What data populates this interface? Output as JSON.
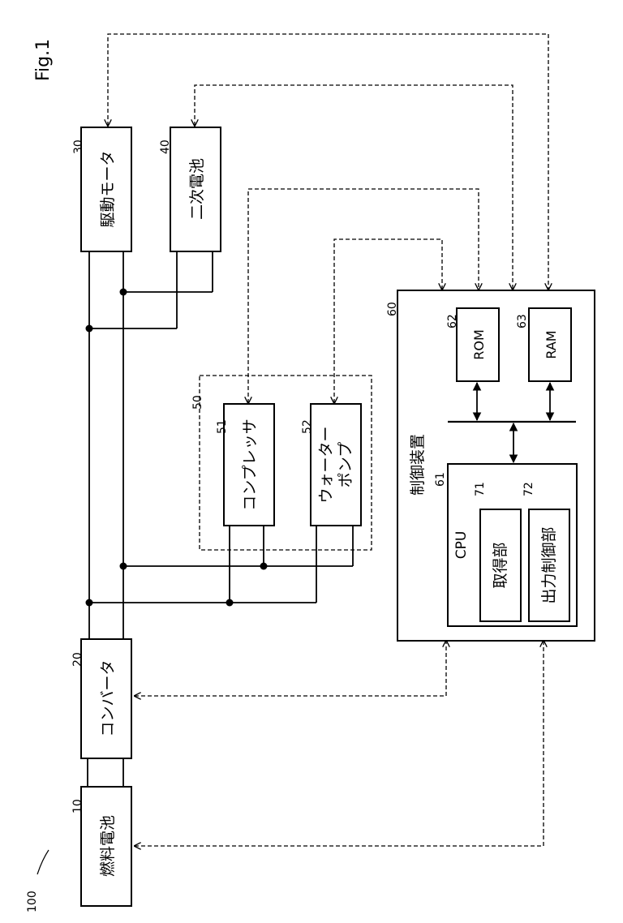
{
  "figure_label": "Fig.1",
  "system_ref": "100",
  "components": {
    "fuel_cell": {
      "ref": "10",
      "label": "燃料電池"
    },
    "converter": {
      "ref": "20",
      "label": "コンバータ"
    },
    "drive_motor": {
      "ref": "30",
      "label": "駆動モータ"
    },
    "secondary_battery": {
      "ref": "40",
      "label": "二次電池"
    },
    "auxiliary_group": {
      "ref": "50"
    },
    "compressor": {
      "ref": "51",
      "label": "コンプレッサ"
    },
    "water_pump": {
      "ref": "52",
      "label_line1": "ウォーター",
      "label_line2": "ポンプ"
    },
    "controller": {
      "ref": "60",
      "label": "制御装置"
    },
    "cpu": {
      "ref": "61",
      "label": "CPU"
    },
    "rom": {
      "ref": "62",
      "label": "ROM"
    },
    "ram": {
      "ref": "63",
      "label": "RAM"
    },
    "acquisition_unit": {
      "ref": "71",
      "label": "取得部"
    },
    "output_control_unit": {
      "ref": "72",
      "label": "出力制御部"
    }
  }
}
